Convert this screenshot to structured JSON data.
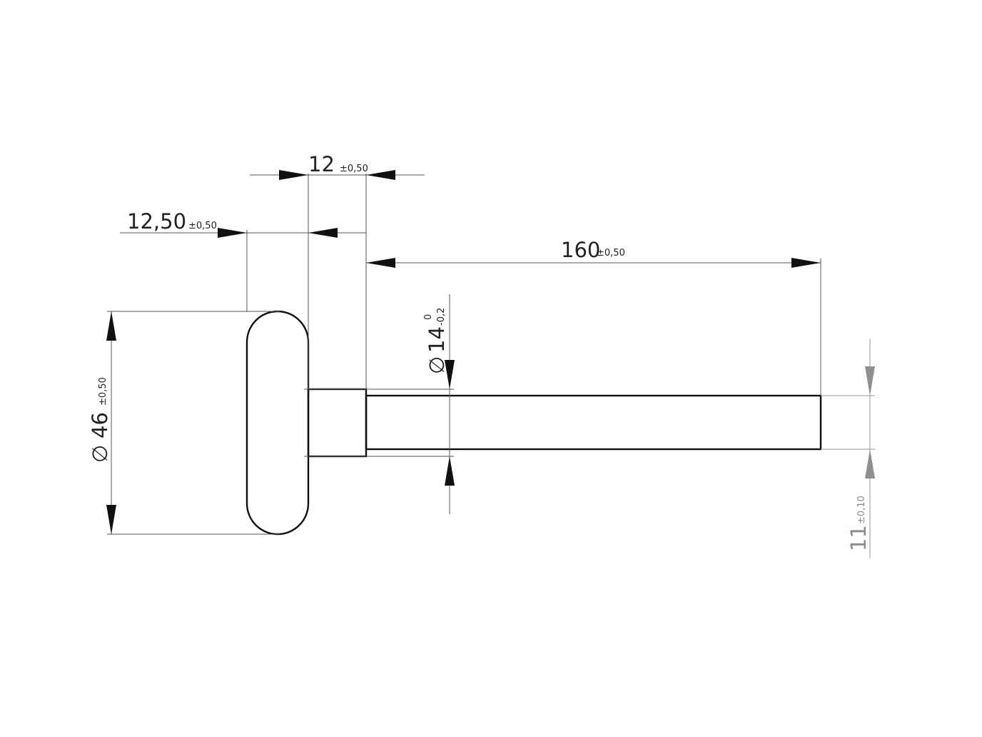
{
  "dimensions": {
    "flange_thickness": {
      "symbol": "",
      "value": "12,50",
      "tolerance": "±0,50"
    },
    "collar_length": {
      "symbol": "",
      "value": "12",
      "tolerance": "±0,50"
    },
    "shaft_length": {
      "symbol": "",
      "value": "160",
      "tolerance": "±0,50"
    },
    "head_diameter": {
      "symbol": "∅",
      "value": "46",
      "tolerance": "±0,50"
    },
    "collar_diameter": {
      "symbol": "∅",
      "value": "14",
      "tolerance_upper": "0",
      "tolerance_lower": "-0,2"
    },
    "shaft_diameter": {
      "symbol": "",
      "value": "11",
      "tolerance": "±0,10"
    }
  },
  "colors": {
    "object_line": "#111111",
    "dimension_text": "#222222",
    "secondary_dimension": "#8a8a8a"
  }
}
